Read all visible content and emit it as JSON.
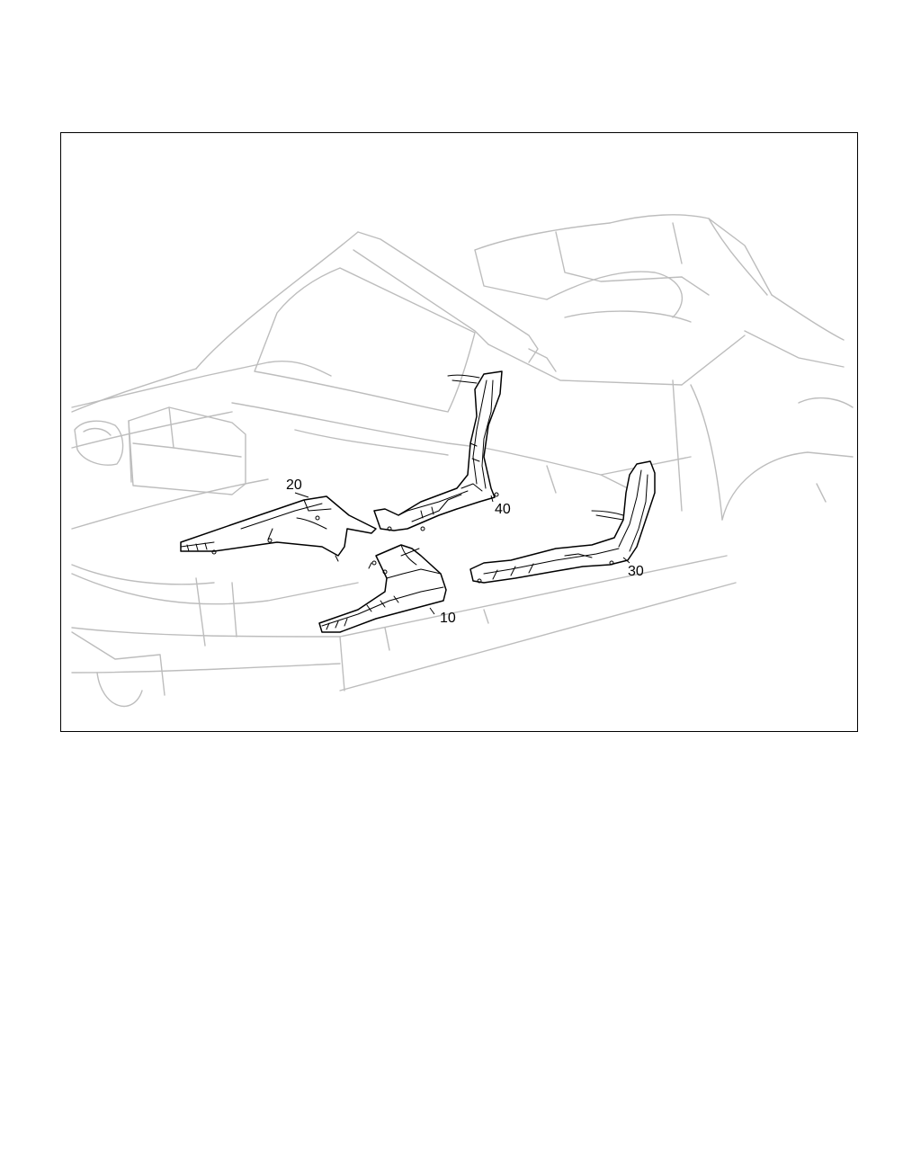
{
  "callouts": {
    "part_10": "10",
    "part_20": "20",
    "part_30": "30",
    "part_40": "40"
  },
  "colors": {
    "frame": "#000000",
    "part_outline": "#000000",
    "ghost_outline": "#bdbdbd",
    "background": "#ffffff"
  }
}
